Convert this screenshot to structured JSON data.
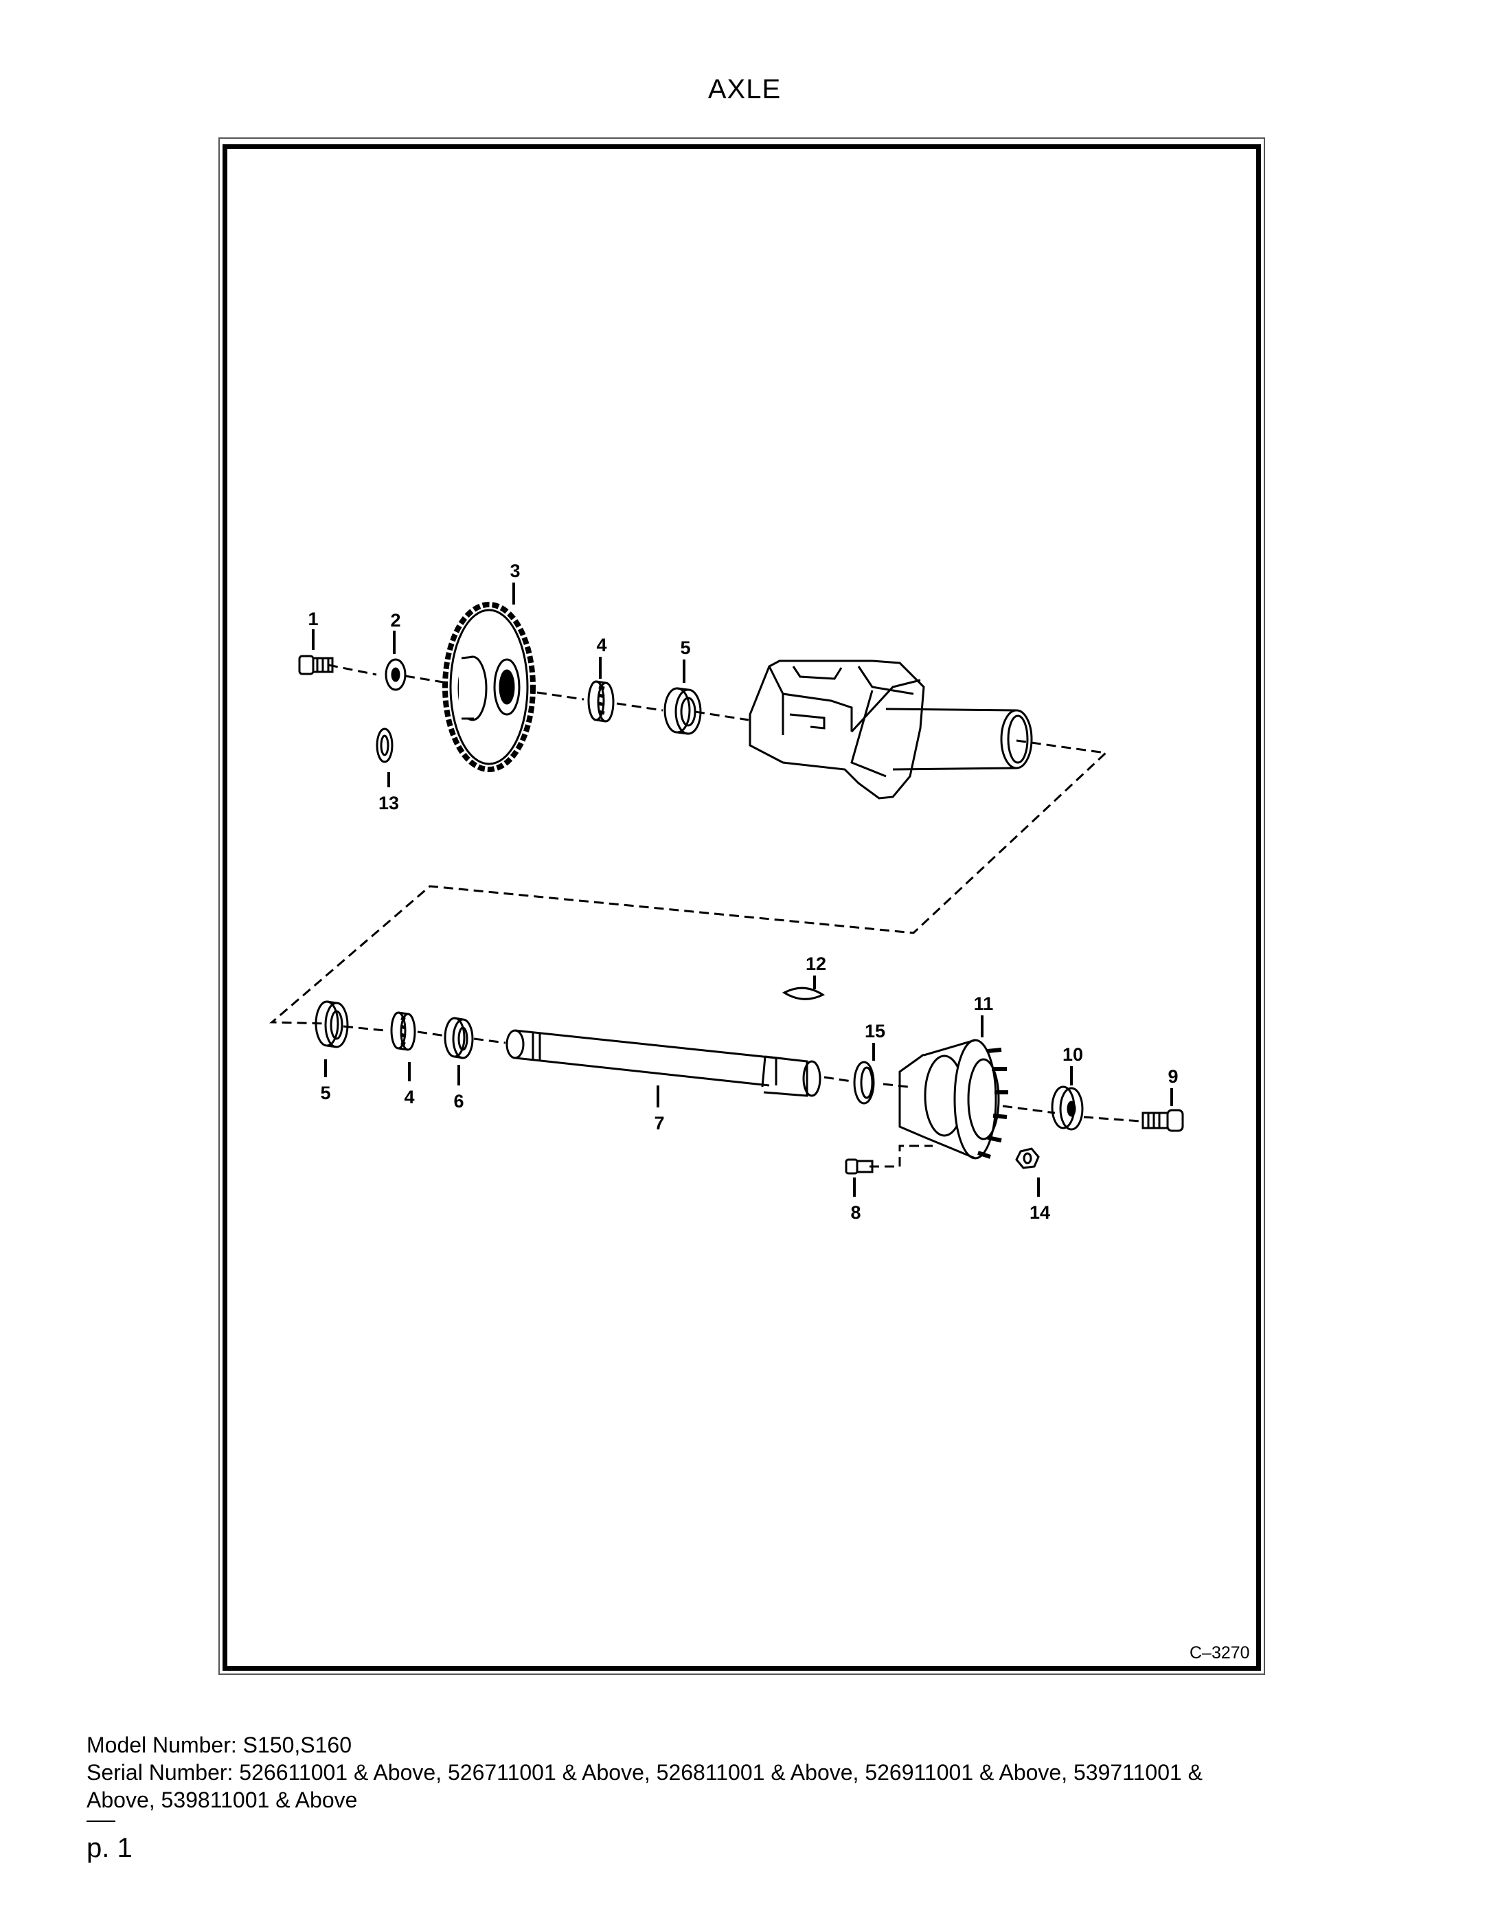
{
  "page_title": "AXLE",
  "figure": {
    "code": "C–3270",
    "callouts": {
      "upper": [
        {
          "label": "1"
        },
        {
          "label": "2"
        },
        {
          "label": "3"
        },
        {
          "label": "4"
        },
        {
          "label": "5"
        },
        {
          "label": "13"
        }
      ],
      "lower": [
        {
          "label": "5"
        },
        {
          "label": "4"
        },
        {
          "label": "6"
        },
        {
          "label": "7"
        },
        {
          "label": "12"
        },
        {
          "label": "15"
        },
        {
          "label": "11"
        },
        {
          "label": "10"
        },
        {
          "label": "9"
        },
        {
          "label": "8"
        },
        {
          "label": "14"
        }
      ]
    }
  },
  "footer": {
    "model_line": "Model Number: S150,S160",
    "serial_line": "Serial Number: 526611001 & Above, 526711001 & Above, 526811001 & Above, 526911001 & Above, 539711001 &",
    "serial_line_cont": "Above, 539811001 & Above"
  },
  "page_number": "p. 1"
}
